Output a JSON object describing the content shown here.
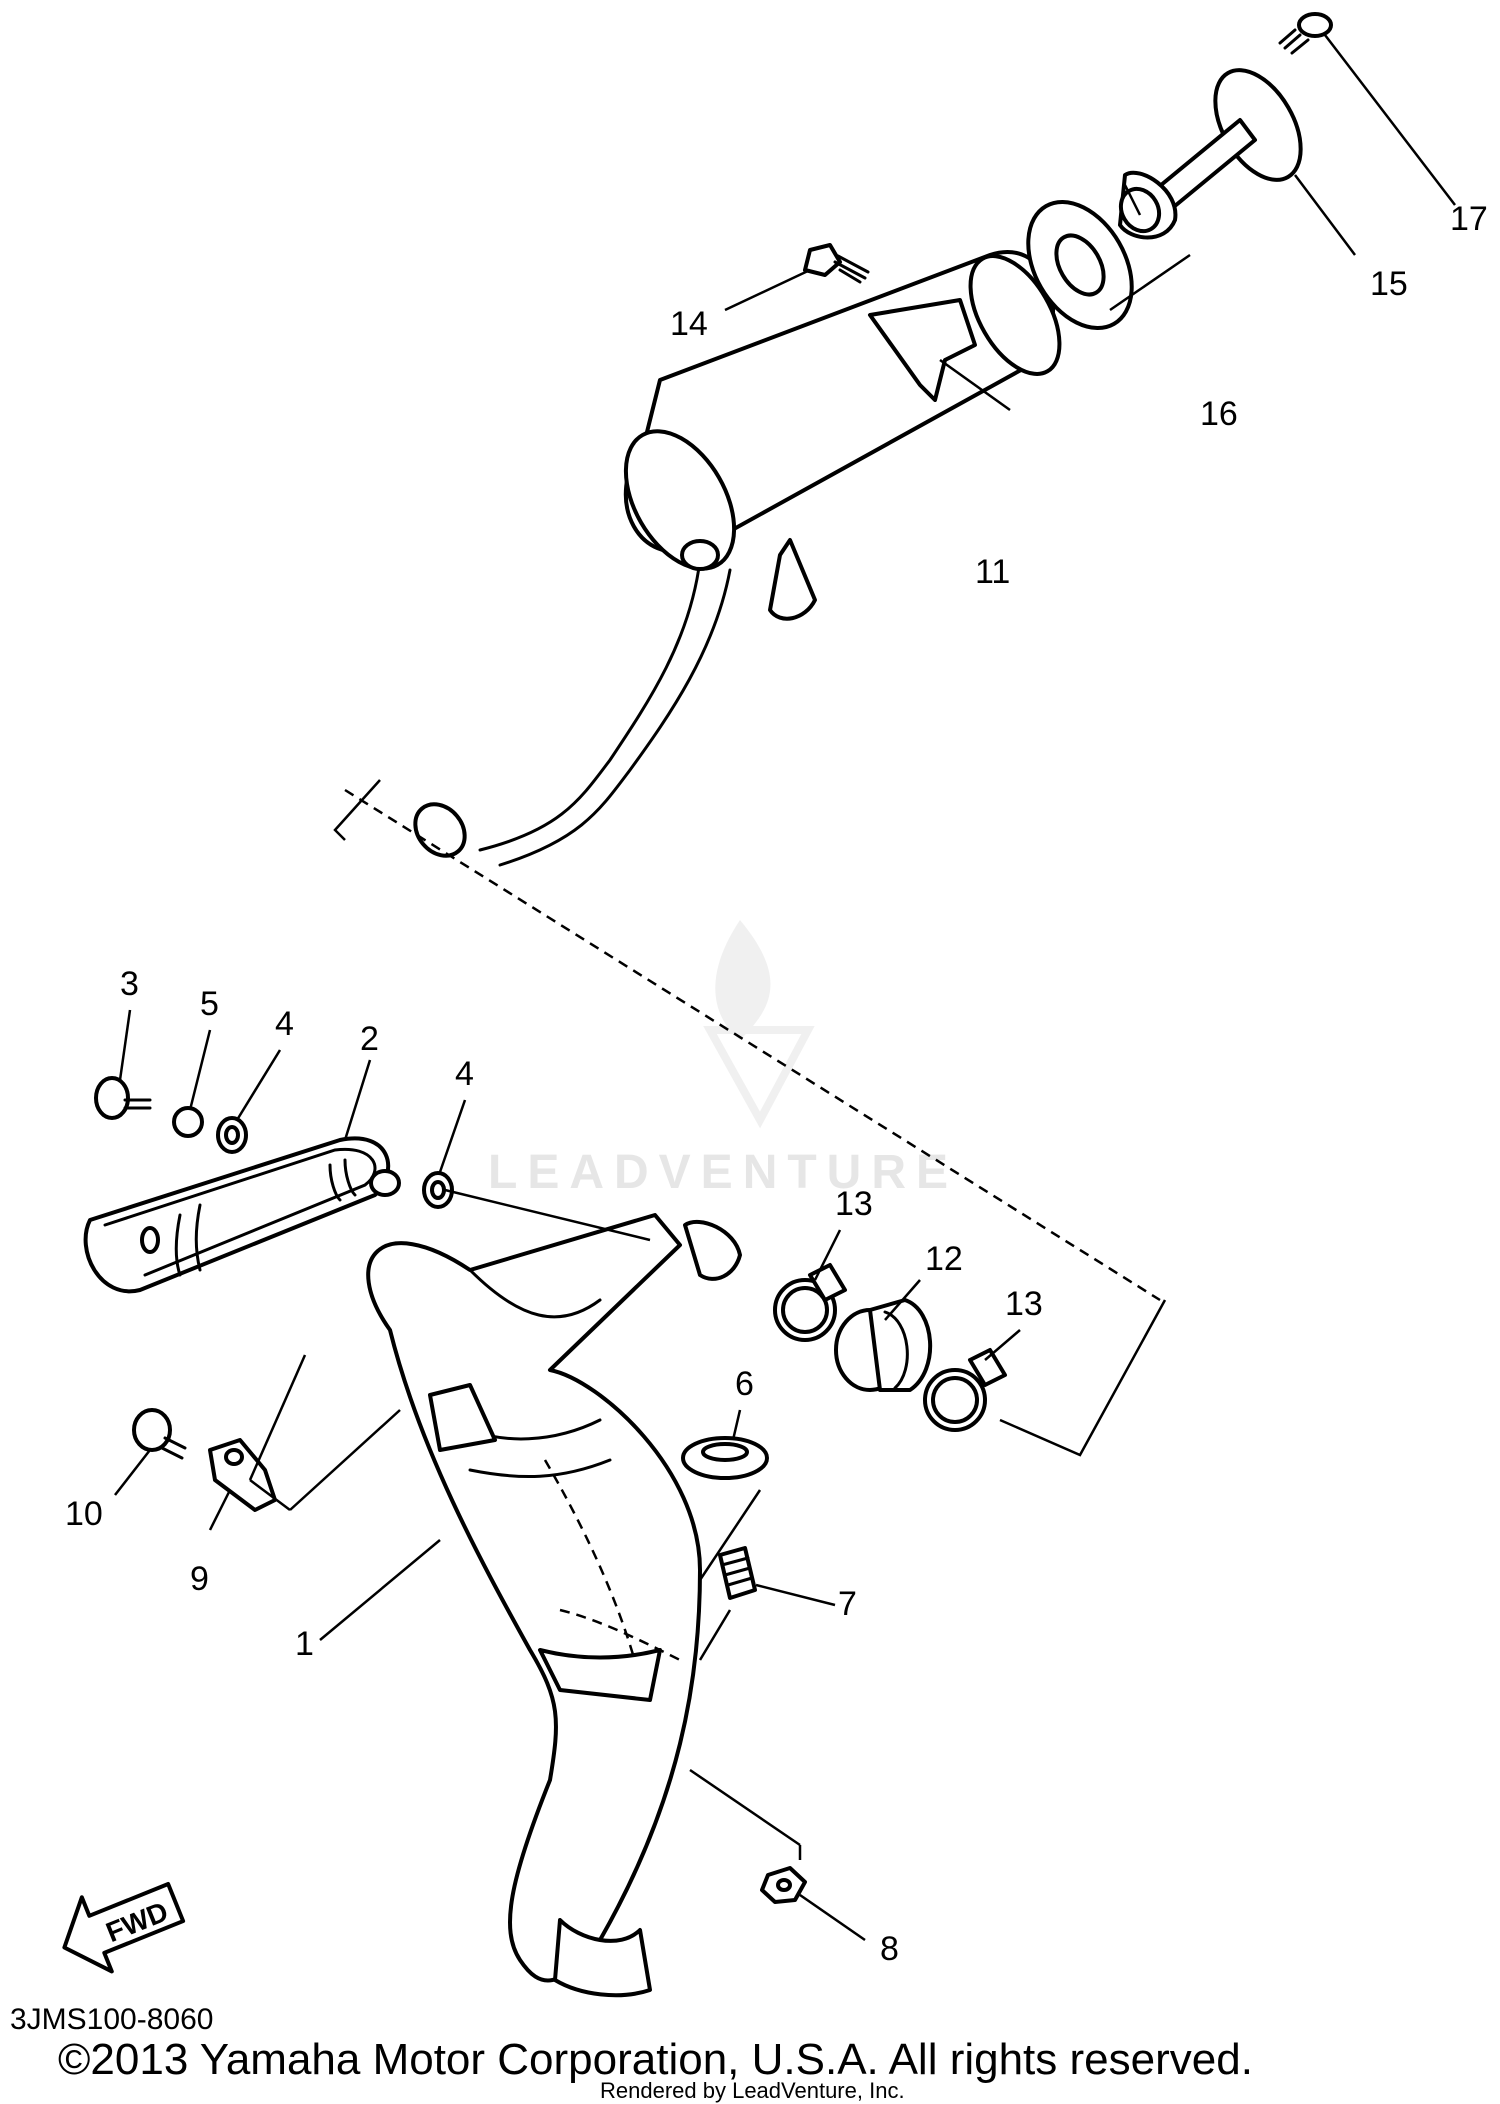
{
  "parts": [
    {
      "id": "1",
      "label": "1"
    },
    {
      "id": "2",
      "label": "2"
    },
    {
      "id": "3",
      "label": "3"
    },
    {
      "id": "4a",
      "label": "4"
    },
    {
      "id": "4b",
      "label": "4"
    },
    {
      "id": "5",
      "label": "5"
    },
    {
      "id": "6",
      "label": "6"
    },
    {
      "id": "7",
      "label": "7"
    },
    {
      "id": "8",
      "label": "8"
    },
    {
      "id": "9",
      "label": "9"
    },
    {
      "id": "10",
      "label": "10"
    },
    {
      "id": "11",
      "label": "11"
    },
    {
      "id": "12",
      "label": "12"
    },
    {
      "id": "13a",
      "label": "13"
    },
    {
      "id": "13b",
      "label": "13"
    },
    {
      "id": "14",
      "label": "14"
    },
    {
      "id": "15",
      "label": "15"
    },
    {
      "id": "16",
      "label": "16"
    },
    {
      "id": "17",
      "label": "17"
    }
  ],
  "fwd_label": "FWD",
  "diagram_code": "3JMS100-8060",
  "copyright": "©2013 Yamaha Motor Corporation, U.S.A. All rights reserved.",
  "rendered_by": "Rendered by LeadVenture, Inc.",
  "watermark": "LEADVENTURE"
}
